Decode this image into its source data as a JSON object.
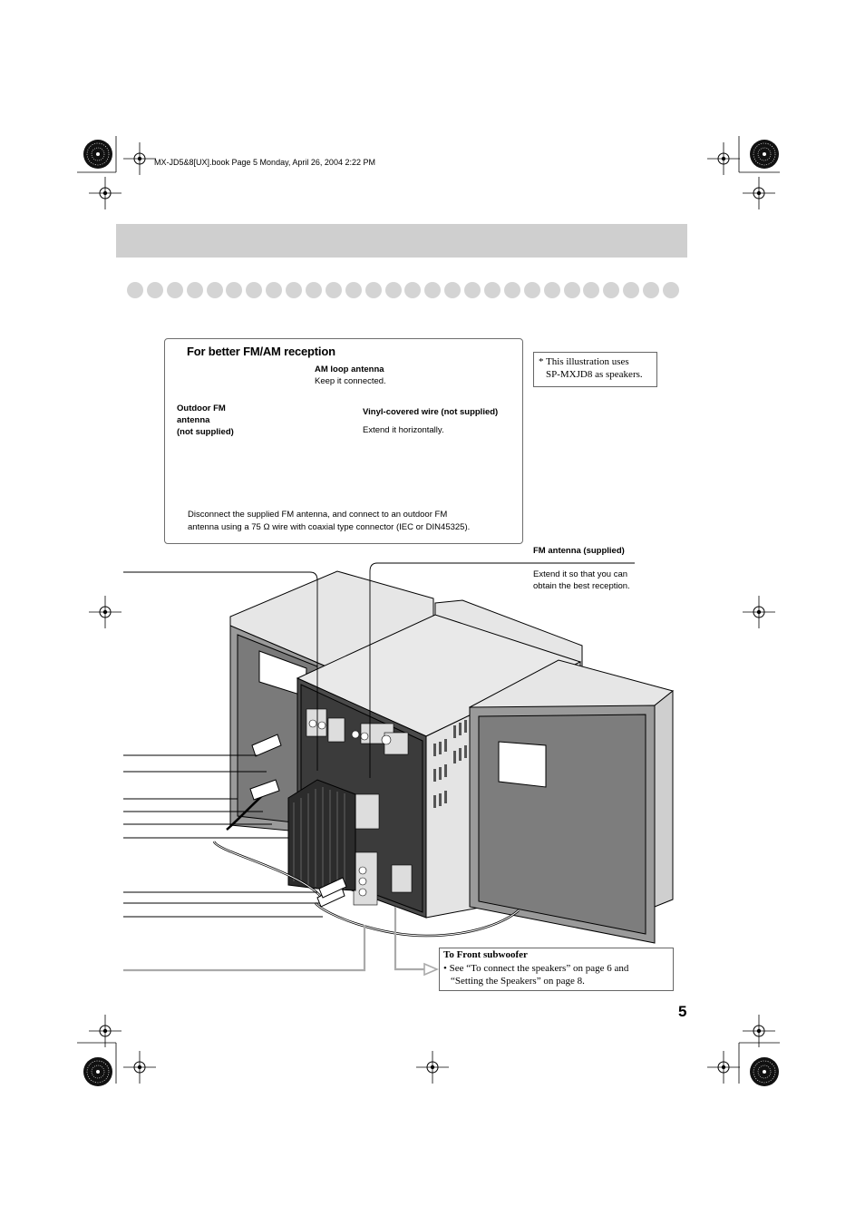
{
  "header": {
    "file_info": "MX-JD5&8[UX].book  Page 5  Monday, April 26, 2004  2:22 PM"
  },
  "reception_panel": {
    "title": "For better FM/AM reception",
    "am_loop_antenna": {
      "label": "AM loop antenna",
      "note": "Keep it connected."
    },
    "outdoor_fm": {
      "line1": "Outdoor FM",
      "line2": "antenna",
      "line3": "(not supplied)"
    },
    "vinyl_wire": {
      "label": "Vinyl-covered wire (not supplied)",
      "note": "Extend it horizontally."
    },
    "disconnect_note": {
      "line1": "Disconnect the supplied FM antenna, and connect to an outdoor FM",
      "line2": "antenna using a 75 Ω wire with coaxial type connector (IEC or DIN45325)."
    }
  },
  "illustration_note": {
    "line1": "* This illustration uses",
    "line2": "SP-MXJD8 as speakers."
  },
  "fm_antenna": {
    "label": "FM antenna (supplied)",
    "note_line1": "Extend it so that you can",
    "note_line2": "obtain the best reception."
  },
  "front_subwoofer": {
    "title": "To Front subwoofer",
    "bullet_line1": "• See “To connect the speakers” on page 6 and",
    "bullet_line2": "“Setting the Speakers” on page 8."
  },
  "page_number": "5"
}
